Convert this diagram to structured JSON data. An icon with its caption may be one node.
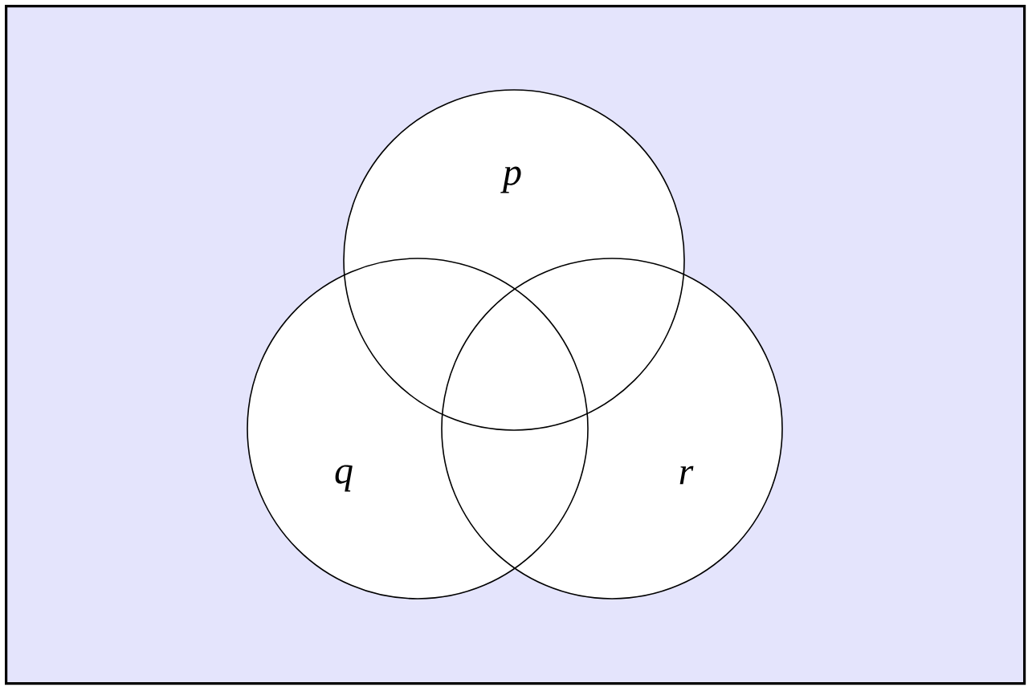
{
  "diagram": {
    "nodes": [
      {
        "text": [],
        "shape": "box"
      },
      {
        "text": [
          "p"
        ],
        "in": 0
      },
      {
        "text": [
          "q"
        ],
        "in": 0
      },
      {
        "text": [
          "r"
        ],
        "in": 0
      }
    ]
  }
}
